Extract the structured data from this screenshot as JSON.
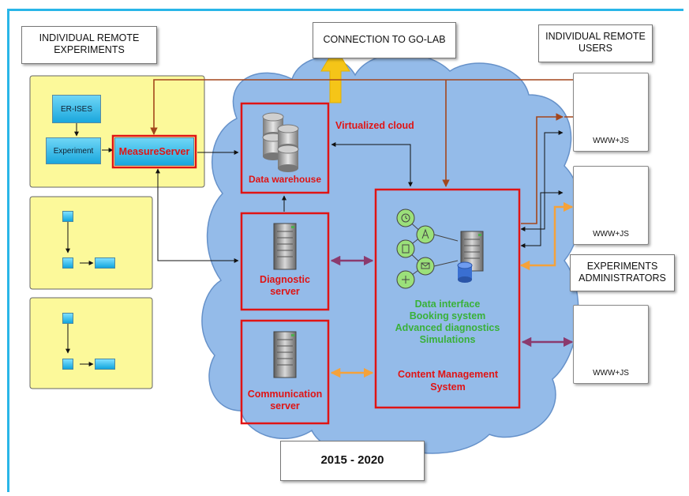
{
  "labels": {
    "individual_remote_experiments": "INDIVIDUAL REMOTE EXPERIMENTS",
    "connection_to_golab": "CONNECTION TO GO-LAB",
    "individual_remote_users": "INDIVIDUAL REMOTE USERS",
    "experiments_administrators": "EXPERIMENTS ADMINISTRATORS",
    "virtualized_cloud": "Virtualized cloud",
    "years": "2015 - 2020"
  },
  "experiment_panel": {
    "er_ises": "ER-ISES",
    "experiment": "Experiment",
    "measure_server": "MeasureServer"
  },
  "servers": {
    "data_warehouse": "Data warehouse",
    "diagnostic": "Diagnostic server",
    "communication": "Communication server"
  },
  "services": {
    "items": [
      "Data interface",
      "Booking system",
      "Advanced diagnostics",
      "Simulations"
    ],
    "cms": "Content Management System"
  },
  "users": {
    "caption": "WWW+JS"
  },
  "colors": {
    "frame": "#29b6e8",
    "cloud": "#8fb8e8",
    "panel": "#fcf99a",
    "red": "#e01414",
    "green": "#39b139",
    "purple": "#8b3a6e",
    "orange": "#f5a23a",
    "brown": "#a3461c",
    "gold": "#f5c518"
  }
}
